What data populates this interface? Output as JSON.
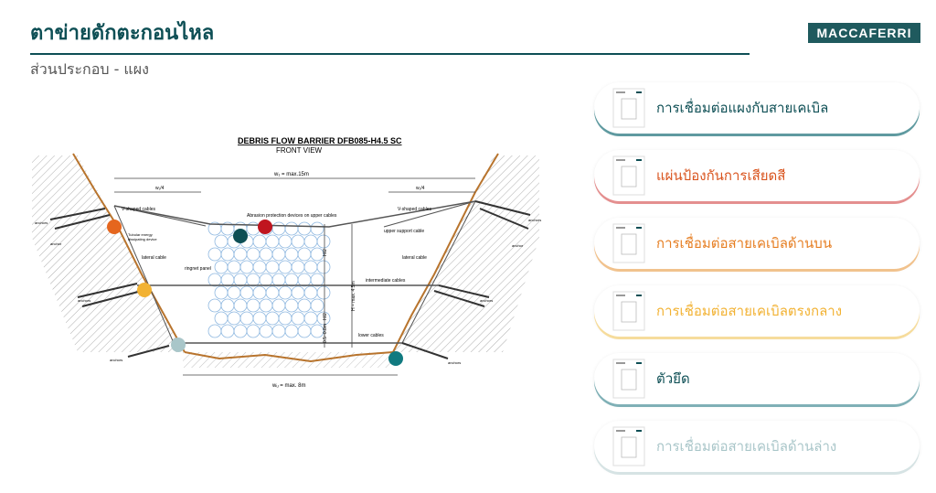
{
  "header": {
    "title": "ตาข่ายดักตะกอนไหล",
    "subtitle": "ส่วนประกอบ - แผง",
    "logo": "MACCAFERRI"
  },
  "drawing": {
    "heading": "DEBRIS FLOW BARRIER DFB085-H4.5 SC",
    "subheading": "FRONT VIEW",
    "labels": {
      "w1": "w₁ = max.15m",
      "w4l": "w₁/4",
      "w4r": "w₁/4",
      "vl": "V-shaped cables",
      "vr": "V-shaped cables",
      "abrasion": "Abrasion protection devices on upper cables",
      "upper": "upper support cable",
      "tub1": "Tubular energy",
      "tub2": "dissipating device",
      "latl": "lateral cable",
      "latr": "lateral cable",
      "ring": "ringnet panel",
      "inter": "intermediate cables",
      "lower": "lower cables",
      "wu": "wᵤ = max. 8m",
      "h2a": "H/2",
      "h2b": "H/2",
      "h": "H = max. 4.5m",
      "h05": "0.5~0.8m",
      "anc1": "anchors",
      "anc2": "anchor",
      "anc3": "anchors",
      "anc4": "anchors",
      "anc5": "anchors",
      "anc6": "anchor",
      "anc7": "anchors",
      "anc8": "anchors"
    }
  },
  "menu": [
    {
      "label": "การเชื่อมต่อแผงกับสายเคเบิล",
      "color": "#0e4f55",
      "shadow": "#5f9aa0"
    },
    {
      "label": "แผ่นป้องกันการเสียดสี",
      "color": "#d9541e",
      "shadow": "#e48f8f"
    },
    {
      "label": "การเชื่อมต่อสายเคเบิลด้านบน",
      "color": "#e67e22",
      "shadow": "#f1c28d"
    },
    {
      "label": "การเชื่อมต่อสายเคเบิลตรงกลาง",
      "color": "#f2b233",
      "shadow": "#f6dc9c"
    },
    {
      "label": "ตัวยึด",
      "color": "#0e4f55",
      "shadow": "#7fb0b6"
    },
    {
      "label": "การเชื่อมต่อสายเคเบิลด้านล่าง",
      "color": "#a9c6c9",
      "shadow": "#d6e3e4"
    }
  ]
}
